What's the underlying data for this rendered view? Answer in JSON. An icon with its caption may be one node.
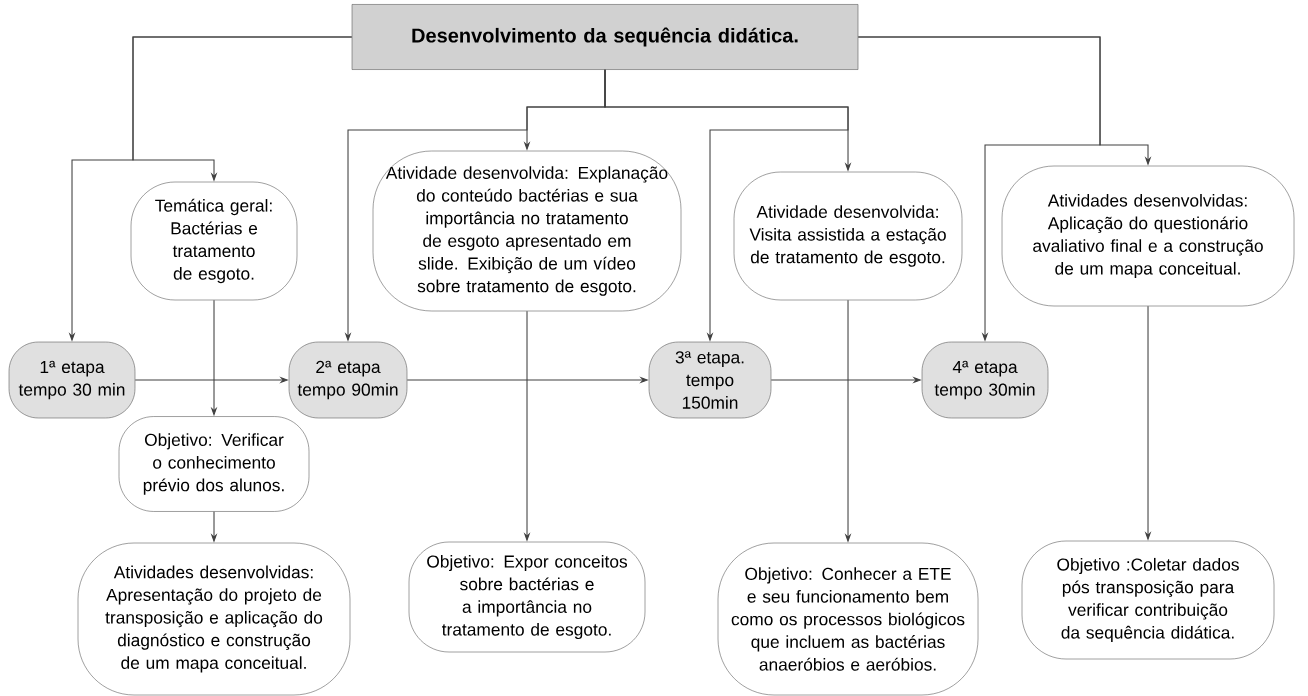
{
  "diagram": {
    "nodes": [
      {
        "text": [
          "Desenvolvimento da sequência didática."
        ]
      },
      {
        "text": [
          "1ª etapa tempo 30 min"
        ]
      },
      {
        "text": [
          "Temática geral: Bactérias e tratamento de esgoto."
        ]
      },
      {
        "text": [
          "Objetivo: Verificar o conhecimento prévio dos alunos."
        ]
      },
      {
        "text": [
          "Atividades desenvolvidas: Apresentação do projeto de transposição e aplicação do diagnóstico e construção de um mapa conceitual."
        ]
      },
      {
        "text": [
          "2ª etapa tempo 90min"
        ]
      },
      {
        "text": [
          "Atividade desenvolvida: Explanação do conteúdo bactérias e sua importância no tratamento de esgoto apresentado em slide. Exibição de um vídeo sobre tratamento de esgoto."
        ]
      },
      {
        "text": [
          "Objetivo: Expor conceitos sobre bactérias e a importância no tratamento de esgoto."
        ]
      },
      {
        "text": [
          "3ª etapa. tempo 150min"
        ]
      },
      {
        "text": [
          "Atividade desenvolvida: Visita assistida a estação de tratamento de esgoto."
        ]
      },
      {
        "text": [
          "Objetivo: Conhecer a ETE e seu funcionamento bem como os processos biológicos que incluem as bactérias anaeróbios e aeróbios."
        ]
      },
      {
        "text": [
          "4ª etapa tempo 30min"
        ]
      },
      {
        "text": [
          "Atividades desenvolvidas: Aplicação do questionário avaliativo final e a construção de um mapa conceitual."
        ]
      },
      {
        "text": [
          "Objetivo :Coletar dados pós transposição para verificar contribuição da sequência didática."
        ]
      }
    ],
    "edges": [
      {
        "from": 0,
        "to": 1,
        "arrow": "to"
      },
      {
        "from": 0,
        "to": 2,
        "arrow": "to"
      },
      {
        "from": 0,
        "to": 5,
        "arrow": "to"
      },
      {
        "from": 0,
        "to": 6,
        "arrow": "to"
      },
      {
        "from": 0,
        "to": 8,
        "arrow": "to"
      },
      {
        "from": 0,
        "to": 9,
        "arrow": "to"
      },
      {
        "from": 0,
        "to": 11,
        "arrow": "to"
      },
      {
        "from": 0,
        "to": 12,
        "arrow": "to"
      },
      {
        "from": 1,
        "to": 5,
        "arrow": "to"
      },
      {
        "from": 5,
        "to": 8,
        "arrow": "to"
      },
      {
        "from": 8,
        "to": 11,
        "arrow": "to"
      },
      {
        "from": 2,
        "to": 3,
        "arrow": "to"
      },
      {
        "from": 3,
        "to": 4,
        "arrow": "to"
      },
      {
        "from": 6,
        "to": 7,
        "arrow": "to"
      },
      {
        "from": 9,
        "to": 10,
        "arrow": "to"
      },
      {
        "from": 12,
        "to": 13,
        "arrow": "to"
      }
    ]
  }
}
